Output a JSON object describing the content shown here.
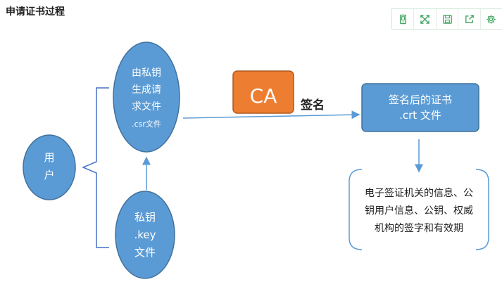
{
  "title": "申请证书过程",
  "toolbar": {
    "icons": [
      "tablet-icon",
      "expand-icon",
      "save-icon",
      "share-icon",
      "gear-icon"
    ],
    "accent": "#3aa35b"
  },
  "colors": {
    "node_fill": "#5b9bd5",
    "node_stroke": "#41719c",
    "ca_fill": "#ed7d31",
    "arrow": "#5b9bd5",
    "bracket": "#4472c4"
  },
  "nodes": {
    "user": {
      "line1": "用",
      "line2": "户"
    },
    "request": {
      "line1": "由私钥",
      "line2": "生成请",
      "line3": "求文件",
      "line4": ".csr文件"
    },
    "key": {
      "line1": "私钥",
      "line2": ".key",
      "line3": "文件"
    },
    "ca": {
      "label": "CA"
    },
    "sign_label": "签名",
    "cert": {
      "line1": "签名后的证书",
      "line2": ".crt 文件"
    },
    "info": {
      "line1": "电子签证机关的信息、公",
      "line2": "钥用户信息、公钥、权威",
      "line3": "机构的签字和有效期"
    }
  }
}
